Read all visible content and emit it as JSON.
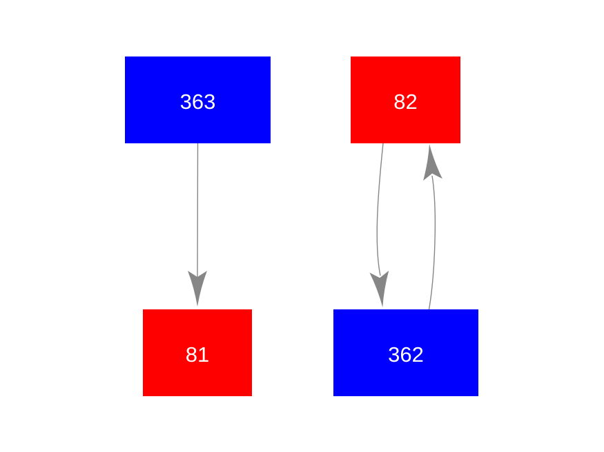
{
  "canvas": {
    "background": "#ffffff"
  },
  "diagram": {
    "edge_color": "#868686",
    "nodes": [
      {
        "id": "363",
        "label": "363",
        "fill": "#0000ff",
        "text_color": "#ffffff",
        "position": "top-left"
      },
      {
        "id": "81",
        "label": "81",
        "fill": "#ff0000",
        "text_color": "#ffffff",
        "position": "bottom-left"
      },
      {
        "id": "82",
        "label": "82",
        "fill": "#ff0000",
        "text_color": "#ffffff",
        "position": "top-right"
      },
      {
        "id": "362",
        "label": "362",
        "fill": "#0000ff",
        "text_color": "#ffffff",
        "position": "bottom-right"
      }
    ],
    "edges": [
      {
        "from": "363",
        "to": "81",
        "style": "straight"
      },
      {
        "from": "82",
        "to": "362",
        "style": "curved-left"
      },
      {
        "from": "362",
        "to": "82",
        "style": "curved-right"
      }
    ]
  }
}
